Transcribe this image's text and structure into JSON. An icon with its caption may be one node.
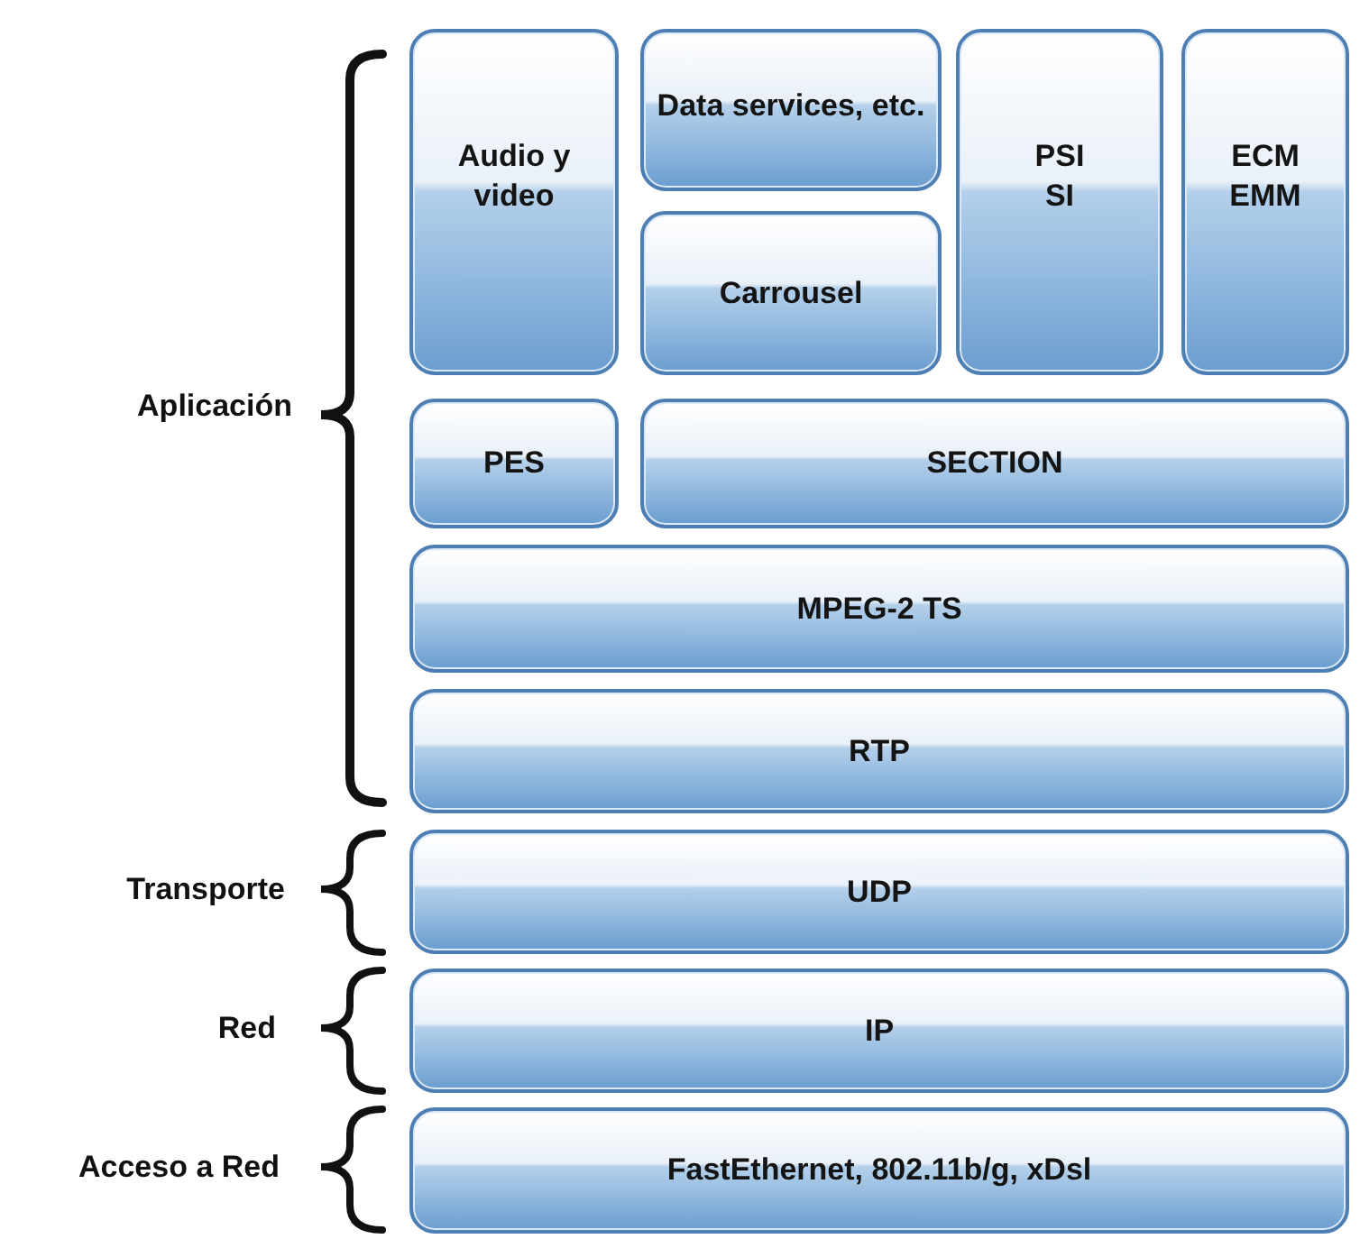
{
  "diagram": {
    "nodes": [
      {
        "text": [
          "Audio y video"
        ]
      },
      {
        "text": [
          "Data services, etc."
        ]
      },
      {
        "text": [
          "Carrousel"
        ]
      },
      {
        "text": [
          "PSI SI"
        ]
      },
      {
        "text": [
          "ECM EMM"
        ]
      },
      {
        "text": [
          "PES"
        ]
      },
      {
        "text": [
          "SECTION"
        ]
      },
      {
        "text": [
          "MPEG-2 TS"
        ]
      },
      {
        "text": [
          "RTP"
        ]
      },
      {
        "text": [
          "UDP"
        ]
      },
      {
        "text": [
          "IP"
        ]
      },
      {
        "text": [
          "FastEthernet, 802.11b/g, xDsl"
        ]
      }
    ],
    "labels": [
      "Aplicación",
      "Transporte",
      "Red",
      "Acceso a Red"
    ]
  }
}
